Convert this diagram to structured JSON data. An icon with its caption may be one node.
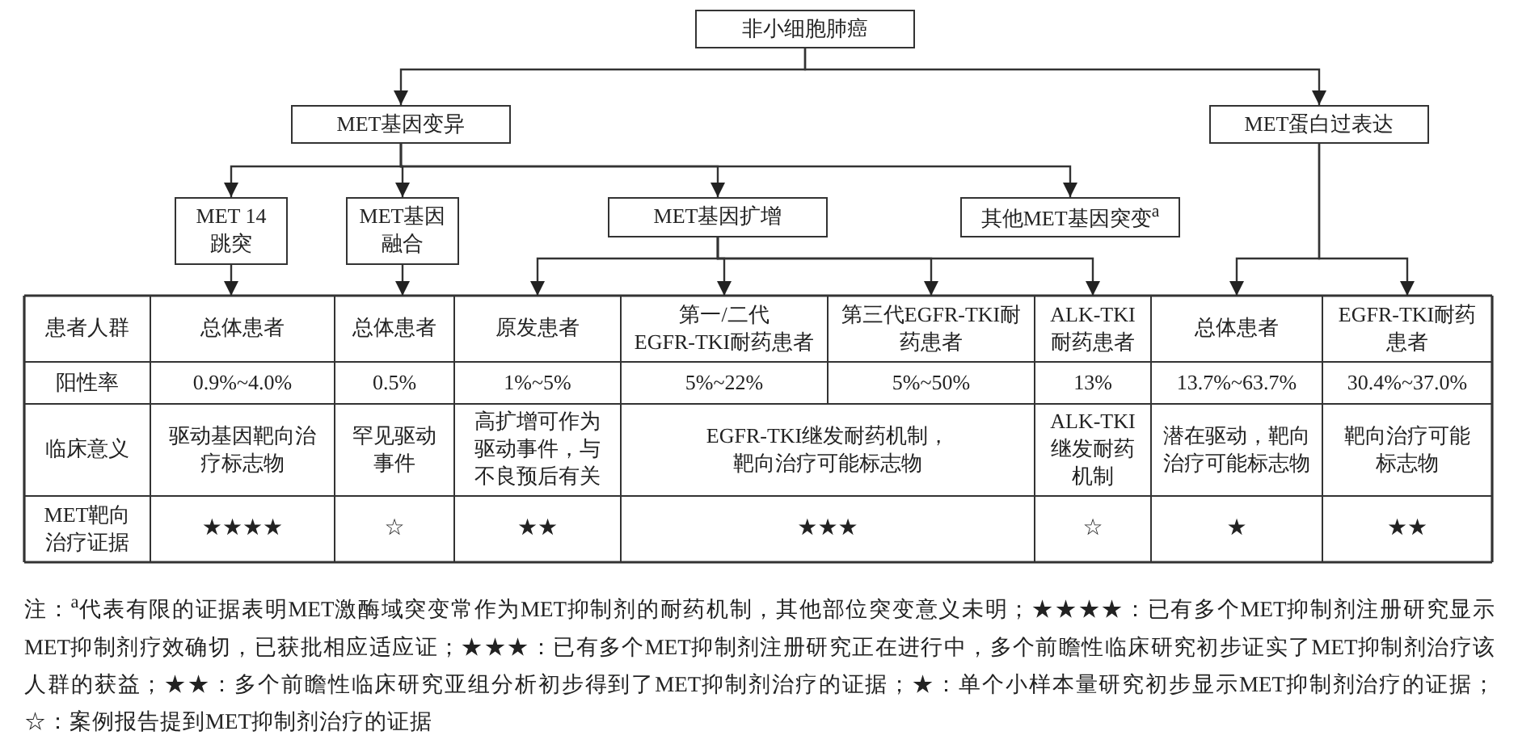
{
  "diagram": {
    "nodes": [
      {
        "text": [
          "非小细胞肺癌"
        ]
      },
      {
        "text": [
          "MET基因变异"
        ]
      },
      {
        "text": [
          "MET蛋白过表达"
        ]
      },
      {
        "text": [
          "MET 14跳突"
        ]
      },
      {
        "text": [
          "MET基因融合"
        ]
      },
      {
        "text": [
          "MET基因扩增"
        ]
      },
      {
        "text": [
          "其他MET基因突变$^{a}$"
        ]
      },
      {
        "text": [
          "总体患者"
        ]
      },
      {
        "text": [
          "总体患者"
        ]
      },
      {
        "text": [
          "原发患者"
        ]
      },
      {
        "text": [
          "第一/二代EGFR-TKI耐药患者"
        ]
      },
      {
        "text": [
          "第三代EGFR-TKI耐药患者"
        ]
      },
      {
        "text": [
          "ALK-TKI耐药患者"
        ]
      },
      {
        "text": [
          "总体患者"
        ]
      },
      {
        "text": [
          "EGFR-TKI耐药患者"
        ]
      }
    ],
    "edges": [
      {
        "from": 0,
        "to": 1,
        "arrow": "to"
      },
      {
        "from": 0,
        "to": 2,
        "arrow": "to"
      },
      {
        "from": 1,
        "to": 3,
        "arrow": "to"
      },
      {
        "from": 1,
        "to": 4,
        "arrow": "to"
      },
      {
        "from": 1,
        "to": 5,
        "arrow": "to"
      },
      {
        "from": 1,
        "to": 6,
        "arrow": "to"
      },
      {
        "from": 3,
        "to": 7,
        "arrow": "to"
      },
      {
        "from": 4,
        "to": 8,
        "arrow": "to"
      },
      {
        "from": 5,
        "to": 9,
        "arrow": "to"
      },
      {
        "from": 5,
        "to": 10,
        "arrow": "to"
      },
      {
        "from": 5,
        "to": 11,
        "arrow": "to"
      },
      {
        "from": 5,
        "to": 12,
        "arrow": "to"
      },
      {
        "from": 2,
        "to": 13,
        "arrow": "to"
      },
      {
        "from": 2,
        "to": 14,
        "arrow": "to"
      }
    ],
    "labels": [
      "患者人群",
      "阳性率",
      "0.9%~4.0%",
      "0.5%",
      "1%~5%",
      "5%~22%",
      "5%~50%",
      "13%",
      "13.7%~63.7%",
      "30.4%~37.0%",
      "临床意义",
      "驱动基因靶向治疗标志物",
      "罕见驱动事件",
      "高扩增可作为驱动事件，与不良预后有关",
      "EGFR-TKI继发耐药机制，靶向治疗可能标志物",
      "ALK-TKI继发耐药机制",
      "潜在驱动，靶向治疗可能标志物",
      "靶向治疗可能标志物",
      "MET靶向治疗证据",
      "★★★★",
      "☆",
      "★★",
      "★★★",
      "☆",
      "★",
      "★★",
      "注：$^{a}$代表有限的证据表明MET激酶域突变常作为MET抑制剂的耐药机制，其他部位突变意义未明；★★★★：已有多个MET抑制剂注册研究显示MET抑制剂疗效确切，已获批相应适应证；★★★：已有多个MET抑制剂注册研究正在进行中，多个前瞻性临床研究初步证实了MET抑制剂治疗该人群的获益；★★：多个前瞻性临床研究亚组分析初步得到了MET抑制剂治疗的证据；★：单个小样本量研究初步显示MET抑制剂治疗的证据；☆：案例报告提到MET抑制剂治疗的证据"
    ]
  }
}
